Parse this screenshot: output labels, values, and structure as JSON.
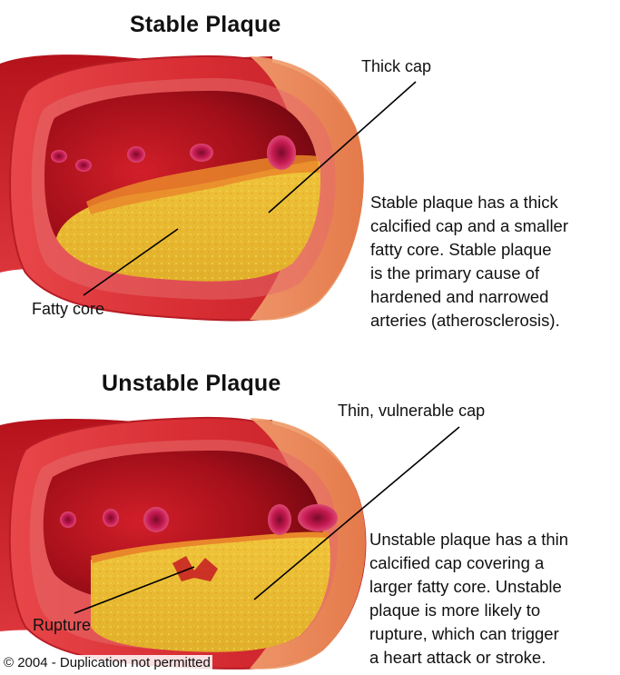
{
  "stable": {
    "title": "Stable Plaque",
    "cap_label": "Thick cap",
    "core_label": "Fatty core",
    "description_lines": [
      "Stable plaque has a thick",
      "calcified cap and a smaller",
      "fatty core. Stable plaque",
      "is the primary cause of",
      "hardened and narrowed",
      "arteries (atherosclerosis)."
    ]
  },
  "unstable": {
    "title": "Unstable Plaque",
    "cap_label": "Thin, vulnerable cap",
    "rupture_label": "Rupture",
    "description_lines": [
      "Unstable plaque has a thin",
      "calcified cap covering a",
      "larger fatty core. Unstable",
      "plaque is more likely to",
      "rupture, which can trigger",
      "a heart attack or stroke."
    ]
  },
  "copyright": "© 2004 - Duplication not permitted",
  "colors": {
    "artery_wall": "#d8323a",
    "wall_highlight": "#e8898a",
    "lumen": "#a8101c",
    "plaque_fat": "#e9c838",
    "plaque_orange": "#e58a2a",
    "blood_cell": "#c0144a",
    "leader_line": "#000000"
  }
}
